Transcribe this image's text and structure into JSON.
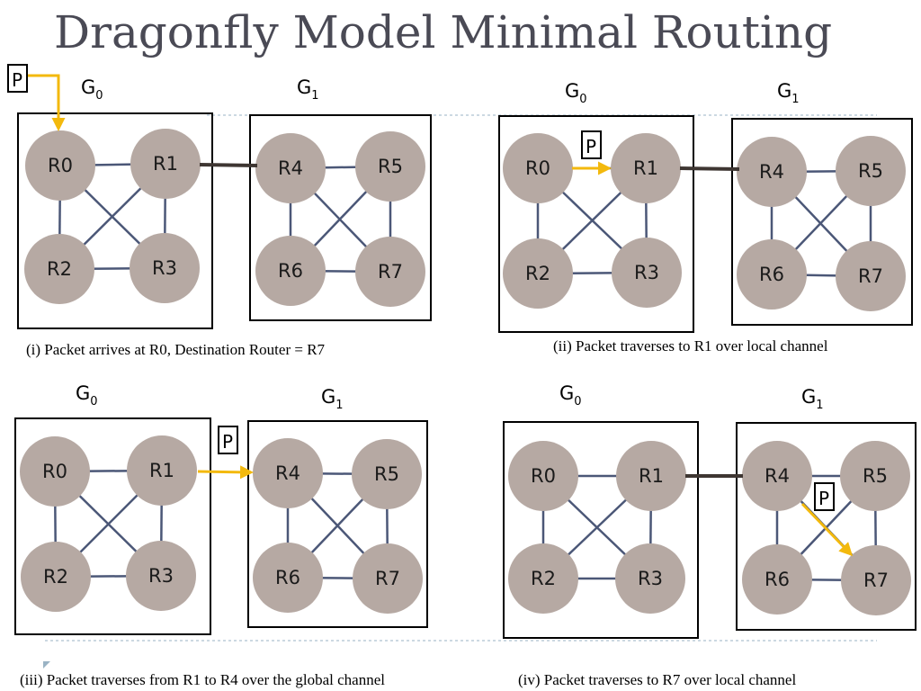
{
  "title": "Dragonfly Model Minimal Routing",
  "colors": {
    "router_fill": "#b6a9a3",
    "local_link": "#4b5777",
    "global_link": "#3e3632",
    "packet_arrow": "#f3b90d",
    "group_border": "#000000",
    "title_text": "#4a4a55",
    "divider": "#9ab3c4"
  },
  "groups": {
    "g0": {
      "letter": "G",
      "sub": "0"
    },
    "g1": {
      "letter": "G",
      "sub": "1"
    }
  },
  "routers": {
    "r0": "R0",
    "r1": "R1",
    "r2": "R2",
    "r3": "R3",
    "r4": "R4",
    "r5": "R5",
    "r6": "R6",
    "r7": "R7"
  },
  "packet_label": "P",
  "panels": [
    {
      "id": "i",
      "caption": "(i) Packet arrives at R0, Destination Router = R7"
    },
    {
      "id": "ii",
      "caption": "(ii) Packet traverses to R1 over local channel"
    },
    {
      "id": "iii",
      "caption": "(iii) Packet traverses from R1 to R4 over the global channel"
    },
    {
      "id": "iv",
      "caption": "(iv) Packet traverses to R7 over local channel"
    }
  ]
}
